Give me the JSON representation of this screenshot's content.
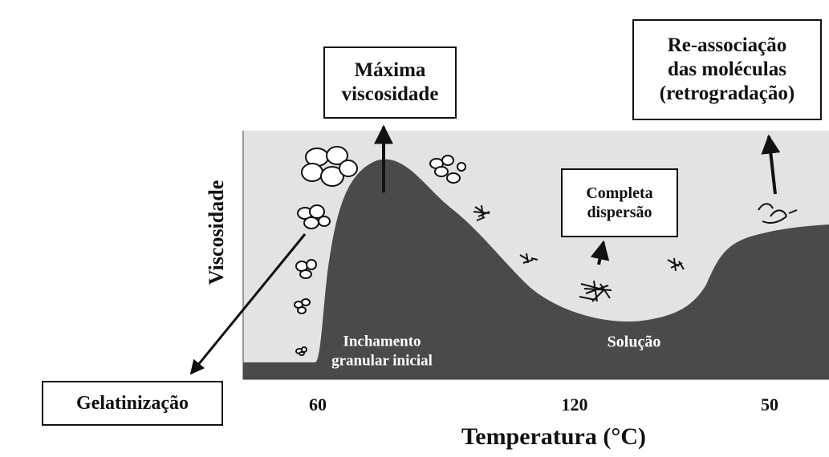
{
  "y_axis_label": "Viscosidade",
  "x_axis_label": "Temperatura (°C)",
  "x_ticks": [
    "60",
    "120",
    "50"
  ],
  "boxes": {
    "maxima": [
      "Máxima",
      "viscosidade"
    ],
    "reassoc": [
      "Re-associação",
      "das moléculas",
      "(retrogradação)"
    ],
    "dispersao": [
      "Completa",
      "dispersão"
    ],
    "gelatinizacao": [
      "Gelatinização"
    ]
  },
  "regions": {
    "inchamento": [
      "Inchamento",
      "granular inicial"
    ],
    "solucao": "Solução"
  },
  "colors": {
    "plot_background": "#e3e3e3",
    "curve_fill": "#4a4a4a",
    "ink": "#111111"
  }
}
